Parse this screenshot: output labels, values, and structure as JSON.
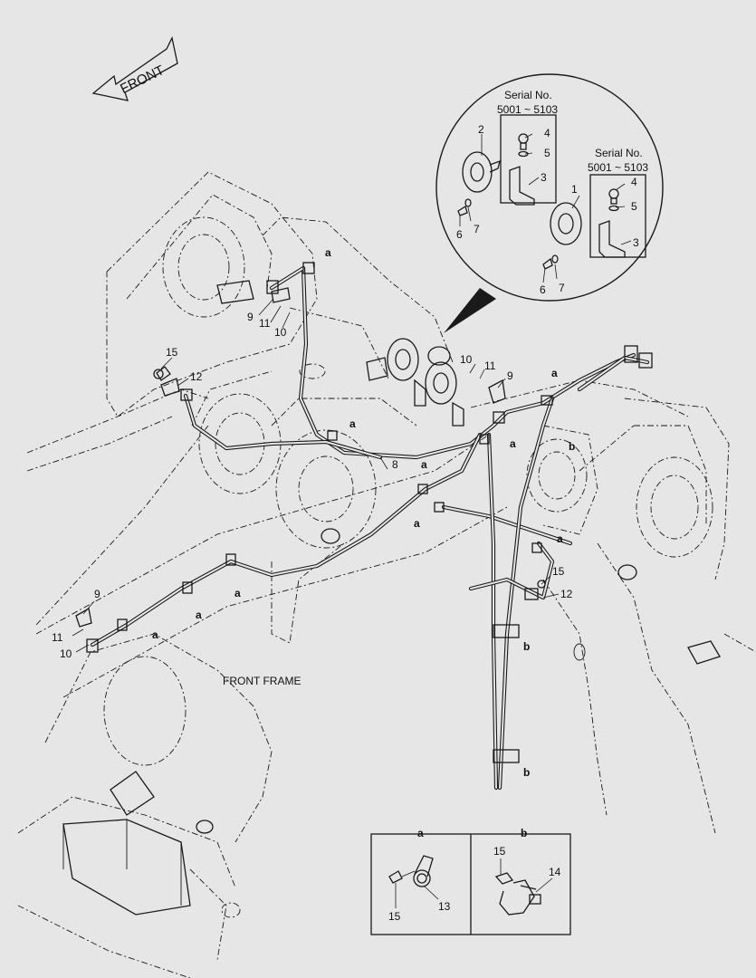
{
  "diagram": {
    "front_arrow_label": "FRONT",
    "frame_label": "FRONT FRAME",
    "serial_label_1": "Serial No.",
    "serial_range_1": "5001 ~ 5103",
    "serial_label_2": "Serial No.",
    "serial_range_2": "5001 ~ 5103",
    "callouts": {
      "c1": "1",
      "c2": "2",
      "c3a": "3",
      "c3b": "3",
      "c4a": "4",
      "c4b": "4",
      "c5a": "5",
      "c5b": "5",
      "c6a": "6",
      "c6b": "6",
      "c7a": "7",
      "c7b": "7",
      "c8": "8",
      "c9a": "9",
      "c9b": "9",
      "c9c": "9",
      "c10a": "10",
      "c10b": "10",
      "c10c": "10",
      "c11a": "11",
      "c11b": "11",
      "c11c": "11",
      "c12a": "12",
      "c12b": "12",
      "c15a": "15",
      "c15b": "15",
      "a1": "a",
      "a2": "a",
      "a3": "a",
      "a4": "a",
      "a5": "a",
      "a6": "a",
      "a7": "a",
      "a8": "a",
      "a9": "a",
      "a10": "a",
      "b1": "b",
      "b2": "b",
      "b3": "b"
    },
    "detail": {
      "header_a": "a",
      "header_b": "b",
      "a_part_screw": "15",
      "a_part_clamp": "13",
      "b_part_screw": "15",
      "b_part_clamp": "14"
    }
  }
}
